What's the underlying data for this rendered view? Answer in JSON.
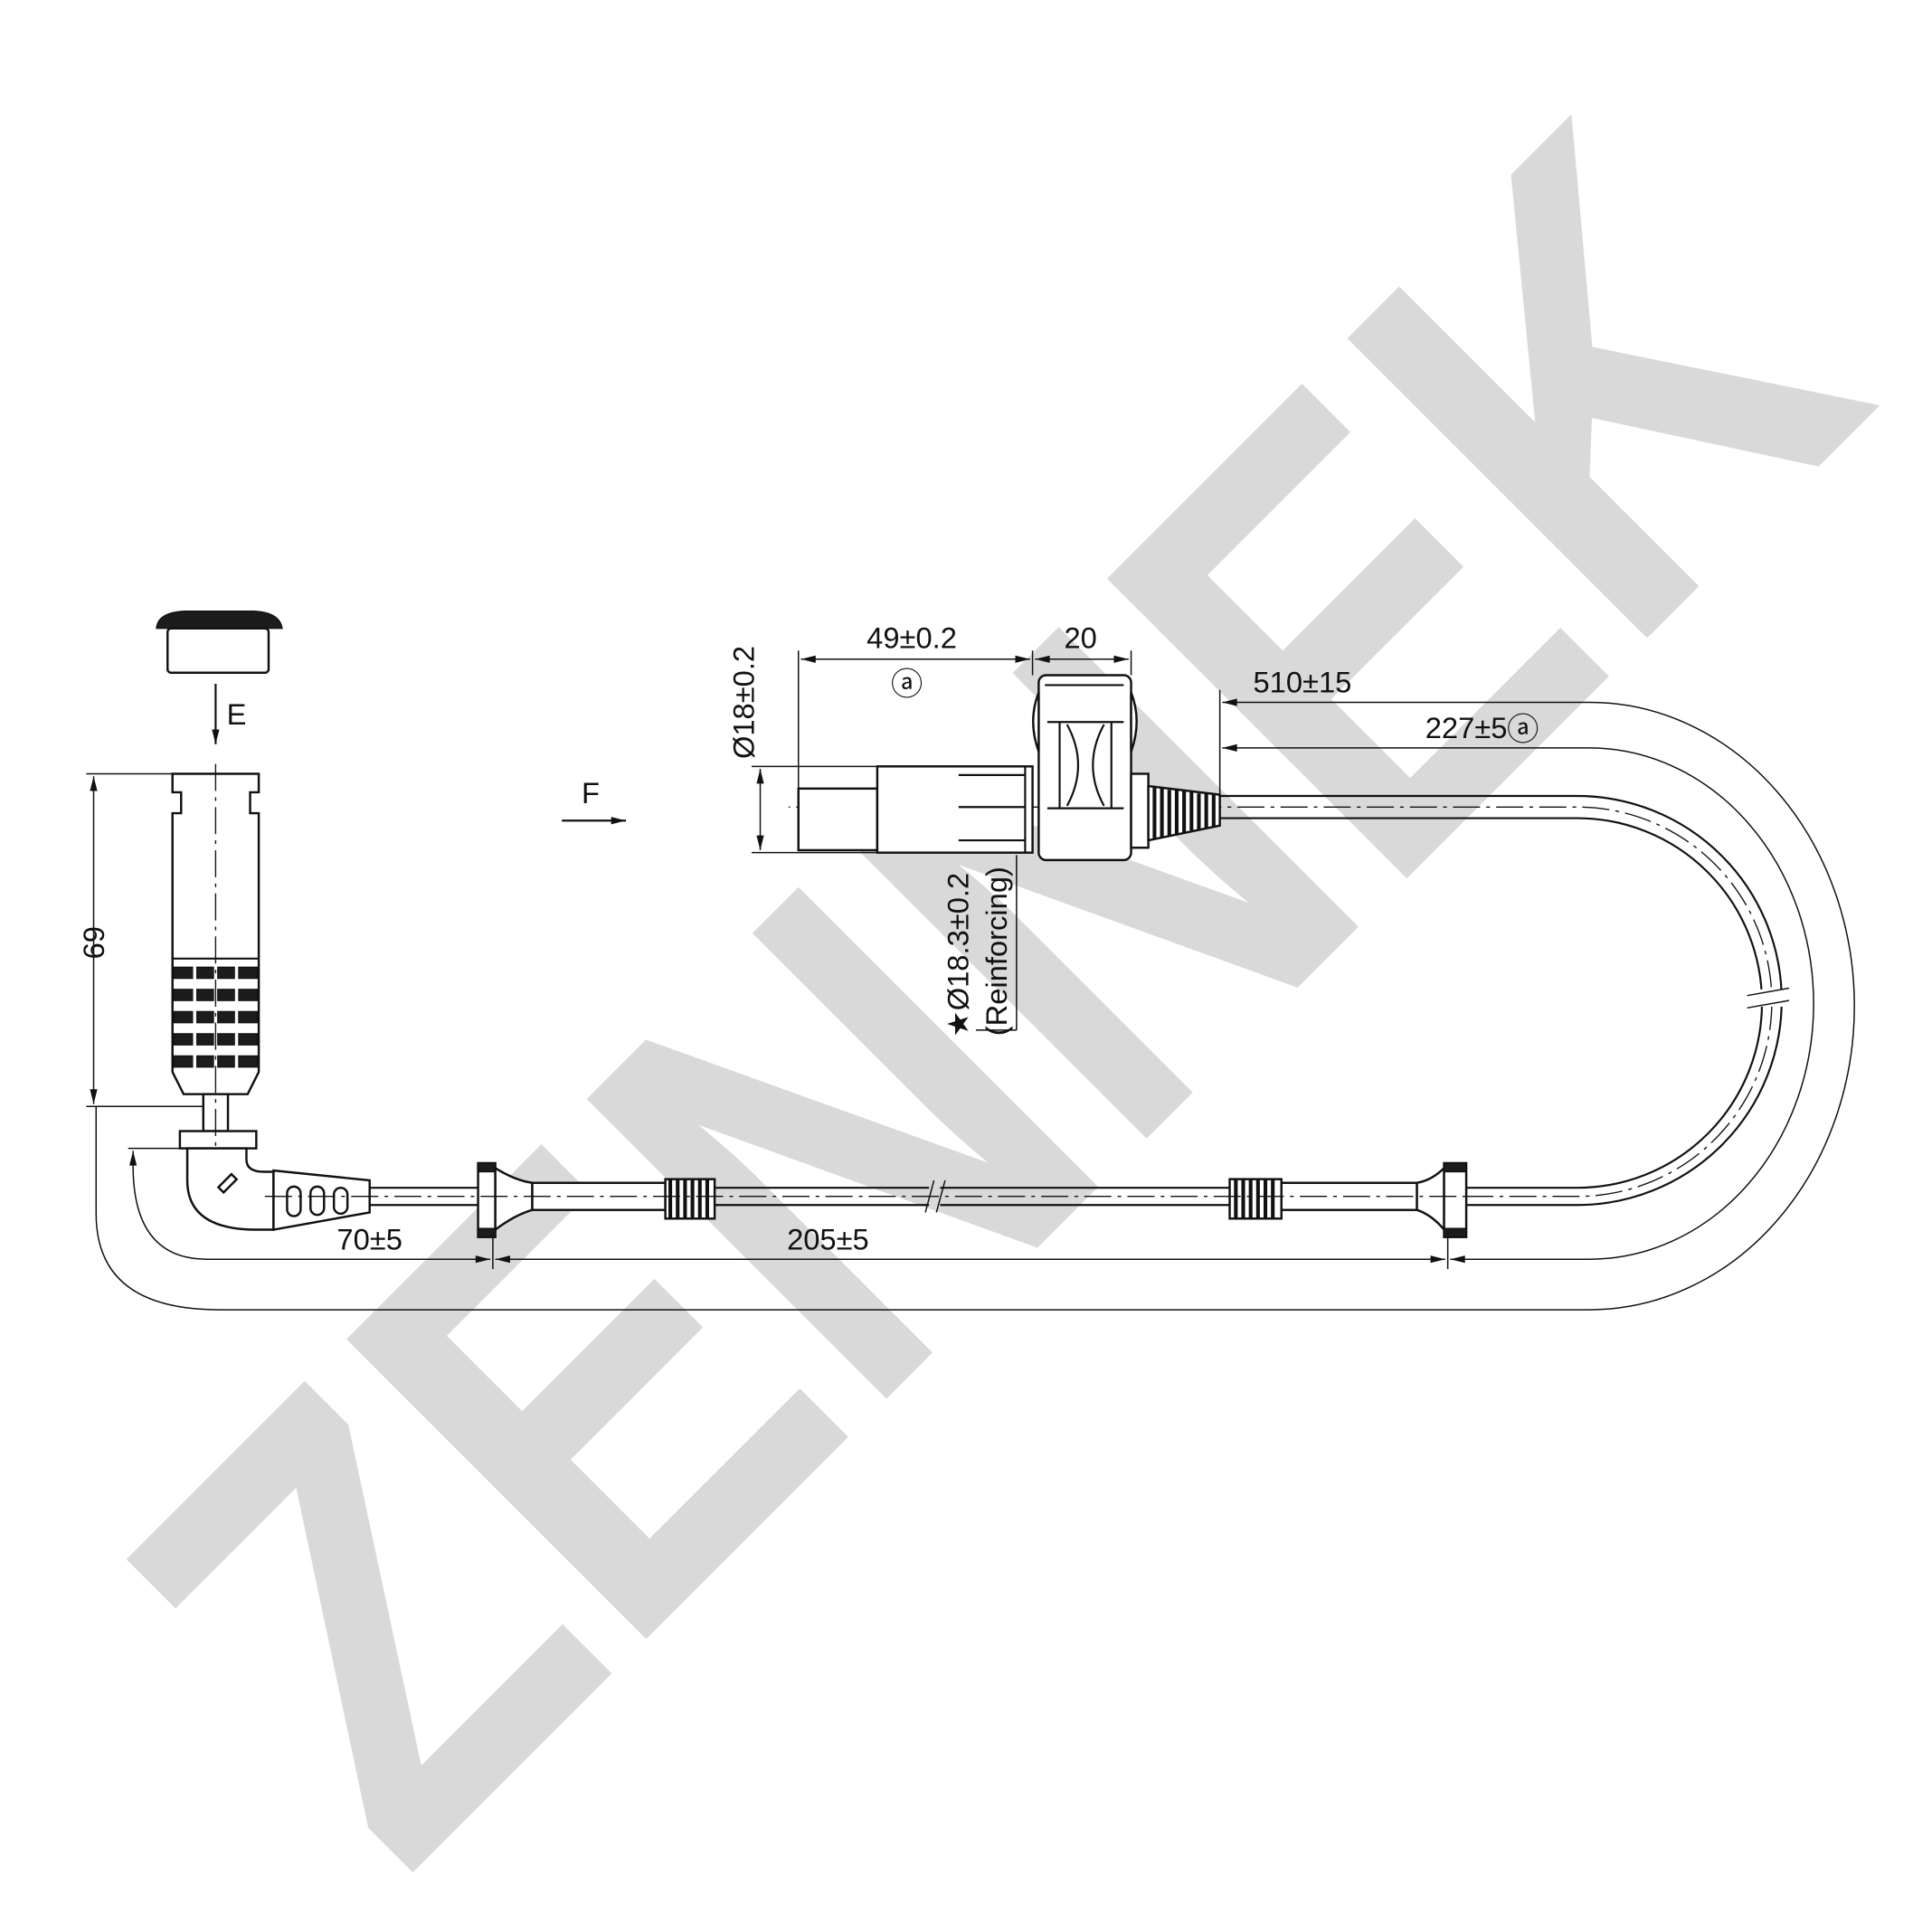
{
  "watermark": "ZENNEK",
  "labels": {
    "view_e": "E",
    "view_f": "F",
    "dim_height": "69",
    "dim_49": "49±0.2",
    "dim_20": "20",
    "ref_a_1": "ⓐ",
    "dim_dia_18": "Ø18±0.2",
    "dim_510": "510±15",
    "dim_227": "227±5",
    "ref_a_2": "ⓐ",
    "dim_dia_183": "★Ø18.3±0.2",
    "reinforcing": "(Reinforcing)",
    "dim_70": "70±5",
    "dim_205": "205±5"
  },
  "colors": {
    "line": "#111111",
    "watermark": "#d9d9d9",
    "background": "#ffffff"
  }
}
